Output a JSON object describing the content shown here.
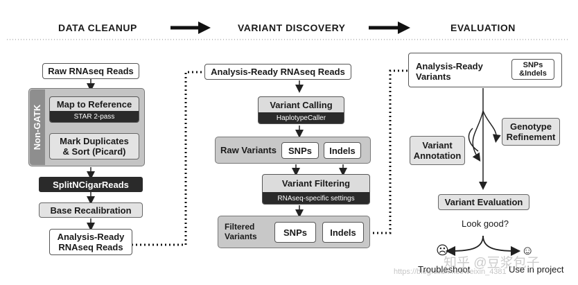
{
  "headers": {
    "data_cleanup": "DATA CLEANUP",
    "variant_discovery": "VARIANT DISCOVERY",
    "evaluation": "EVALUATION"
  },
  "cleanup": {
    "raw_reads": "Raw RNAseq Reads",
    "non_gatk": "Non-GATK",
    "map_to_reference": "Map to Reference",
    "star_2pass": "STAR 2-pass",
    "mark_dup_line1": "Mark Duplicates",
    "mark_dup_line2": "& Sort (Picard)",
    "split_ncigar": "SplitNCigarReads",
    "base_recal": "Base Recalibration",
    "ready_line1": "Analysis-Ready",
    "ready_line2": "RNAseq Reads"
  },
  "discovery": {
    "ready_reads": "Analysis-Ready RNAseq Reads",
    "variant_calling": "Variant Calling",
    "haplotype_caller": "HaplotypeCaller",
    "raw_variants": "Raw Variants",
    "snps": "SNPs",
    "indels": "Indels",
    "variant_filtering": "Variant Filtering",
    "rnaseq_settings": "RNAseq-specific settings",
    "filtered_line1": "Filtered",
    "filtered_line2": "Variants",
    "snps2": "SNPs",
    "indels2": "Indels"
  },
  "evaluation": {
    "ready_line1": "Analysis-Ready",
    "ready_line2": "Variants",
    "snps_indels_line1": "SNPs",
    "snps_indels_line2": "&Indels",
    "genotype_line1": "Genotype",
    "genotype_line2": "Refinement",
    "annotation_line1": "Variant",
    "annotation_line2": "Annotation",
    "variant_evaluation": "Variant Evaluation",
    "look_good": "Look good?",
    "troubleshoot": "Troubleshoot",
    "use_in_project": "Use in project",
    "sad_face": "☹",
    "happy_face": "☺"
  },
  "watermark": {
    "handle": "知乎 @豆浆包子",
    "url": "https://blog.csdn.net/weixin_4381"
  }
}
